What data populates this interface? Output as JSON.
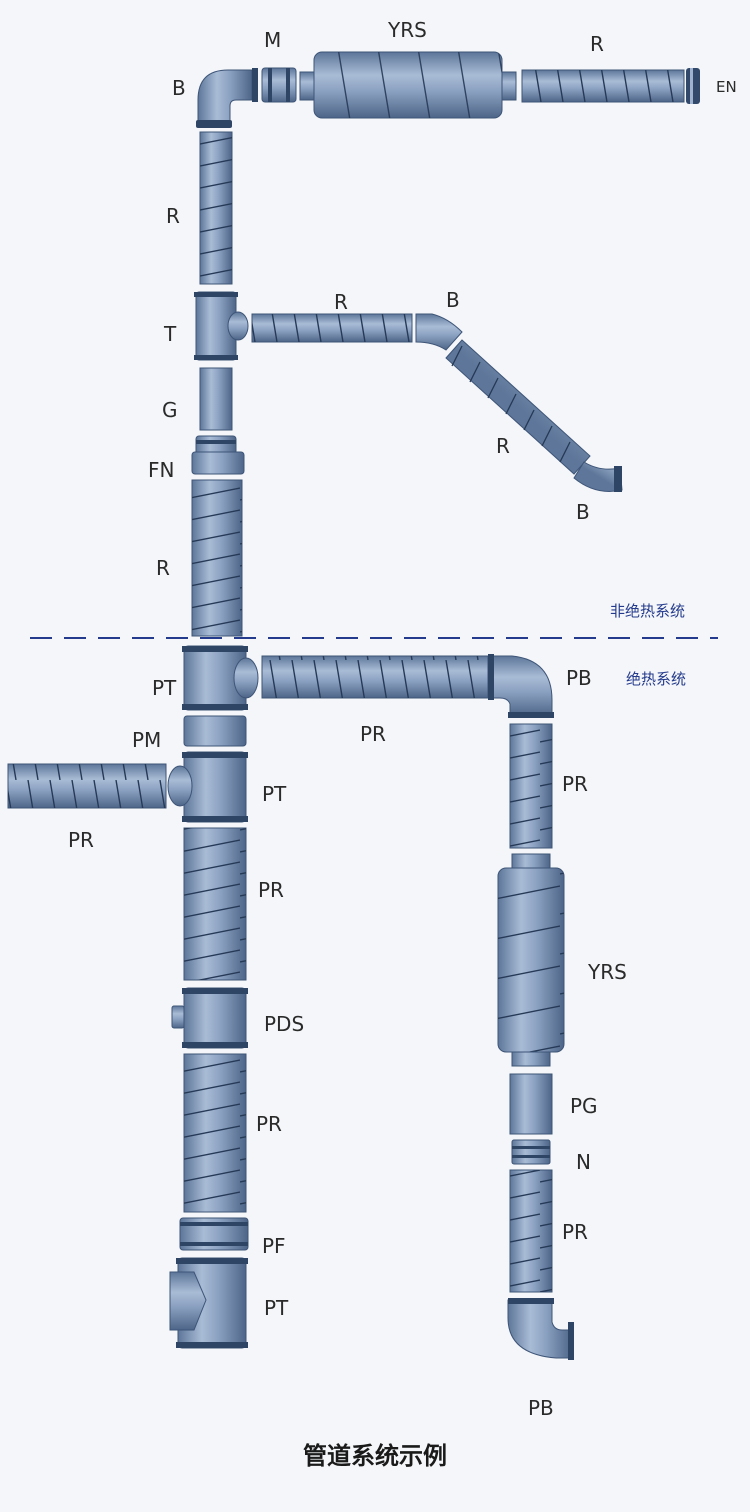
{
  "labels": {
    "b_top": "B",
    "m_top": "M",
    "yrs_top": "YRS",
    "r_top": "R",
    "en_top": "EN",
    "r_v1": "R",
    "t_v": "T",
    "r_branch": "R",
    "b_branch1": "B",
    "g_v": "G",
    "r_diag": "R",
    "fn_v": "FN",
    "b_branch2": "B",
    "r_v2": "R",
    "pt_1": "PT",
    "pb_right": "PB",
    "pm": "PM",
    "pr_horiz": "PR",
    "pt_2": "PT",
    "pr_right1": "PR",
    "pr_left": "PR",
    "pr_v1": "PR",
    "yrs_right": "YRS",
    "pds": "PDS",
    "pr_v2": "PR",
    "pg": "PG",
    "n": "N",
    "pf": "PF",
    "pr_right2": "PR",
    "pt_3": "PT",
    "pb_bottom": "PB"
  },
  "zones": {
    "non_insulated": "非绝热系统",
    "insulated": "绝热系统"
  },
  "caption": "管道系统示例",
  "colors": {
    "pipe": "#7f96b6",
    "pipe_dark": "#4e6789",
    "pipe_light": "#b9c8dc",
    "divider": "#243a8c"
  }
}
